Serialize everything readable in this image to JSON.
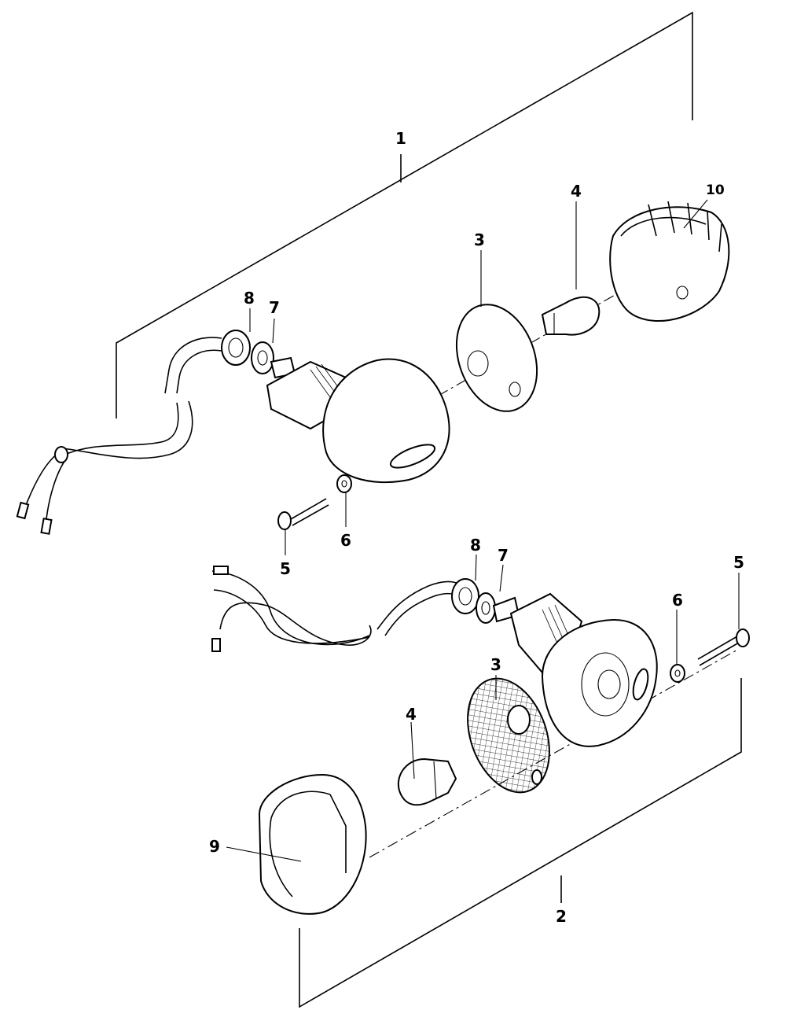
{
  "callouts": {
    "c1": "1",
    "c2": "2",
    "upper": {
      "c3": "3",
      "c4": "4",
      "c5": "5",
      "c6": "6",
      "c7": "7",
      "c8": "8",
      "c10": "10"
    },
    "lower": {
      "c3": "3",
      "c4": "4",
      "c5": "5",
      "c6": "6",
      "c7": "7",
      "c8": "8",
      "c9": "9"
    }
  },
  "colors": {
    "line": "#000000",
    "background": "#ffffff"
  }
}
